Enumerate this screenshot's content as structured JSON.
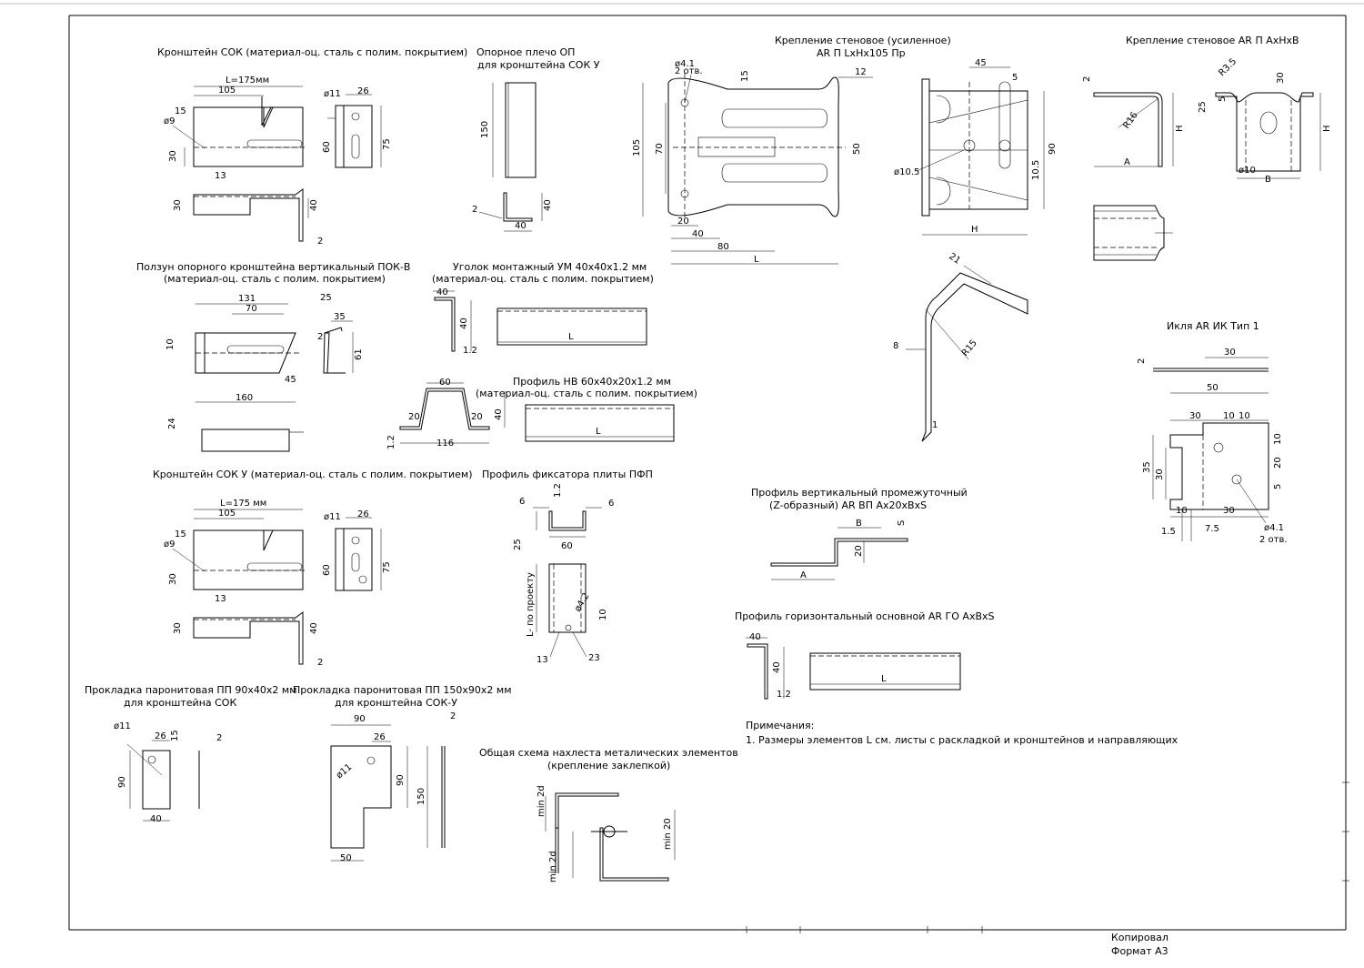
{
  "sheet": {
    "copied_label": "Копировал",
    "format_label": "Формат А3"
  },
  "drawings": {
    "sok": {
      "title": "Кронштейн СОК (материал-оц. сталь с полим. покрытием)",
      "dims": [
        "L=175мм",
        "105",
        "15",
        "ø9",
        "30",
        "13",
        "ø11",
        "26",
        "60",
        "75",
        "30",
        "40",
        "2"
      ]
    },
    "op": {
      "title1": "Опорное плечо ОП",
      "title2": "для кронштейна СОК У",
      "dims": [
        "150",
        "2",
        "40",
        "40"
      ]
    },
    "wall_reinf": {
      "title1": "Крепление стеновое (усиленное)",
      "title2": "AR П LxHx105 Пр",
      "dims": [
        "ø4.1",
        "2 отв.",
        "15",
        "12",
        "105",
        "70",
        "50",
        "20",
        "40",
        "80",
        "L"
      ]
    },
    "wall_side": {
      "dims": [
        "45",
        "5",
        "ø10.5",
        "90",
        "10.5",
        "H"
      ]
    },
    "wall_ahb": {
      "title": "Крепление стеновое AR П AxHxB",
      "dims": [
        "2",
        "R16",
        "H",
        "A",
        "R3.5",
        "30",
        "25",
        "5",
        "ø10",
        "B",
        "H"
      ]
    },
    "pok": {
      "title1": "Ползун опорного кронштейна вертикальный ПОК-В",
      "title2": "(материал-оц. сталь с полим. покрытием)",
      "dims": [
        "131",
        "70",
        "25",
        "10",
        "45",
        "160",
        "35",
        "2",
        "61",
        "24"
      ]
    },
    "um": {
      "title1": "Уголок монтажный УМ 40x40x1.2 мм",
      "title2": "(материал-оц. сталь с полим. покрытием)",
      "dims": [
        "40",
        "40",
        "1.2",
        "L"
      ]
    },
    "nv": {
      "title1": "Профиль НВ 60x40x20x1.2 мм",
      "title2": "(материал-оц. сталь с полим. покрытием)",
      "dims": [
        "60",
        "20",
        "20",
        "40",
        "1.2",
        "116",
        "L"
      ]
    },
    "bend": {
      "dims": [
        "21",
        "8",
        "R15",
        "1"
      ]
    },
    "ik": {
      "title": "Икля AR ИК Тип 1",
      "dims": [
        "2",
        "30",
        "50",
        "30",
        "10",
        "10",
        "10",
        "35",
        "30",
        "20",
        "5",
        "10",
        "30",
        "1.5",
        "7.5",
        "ø4.1",
        "2 отв."
      ]
    },
    "soku": {
      "title": "Кронштейн СОК У (материал-оц. сталь с полим. покрытием)",
      "dims": [
        "L=175 мм",
        "105",
        "15",
        "ø9",
        "30",
        "13",
        "ø11",
        "26",
        "60",
        "75",
        "30",
        "40",
        "2"
      ]
    },
    "pfp": {
      "title": "Профиль фиксатора плиты ПФП",
      "dims": [
        "6",
        "1.2",
        "6",
        "25",
        "60",
        "L- по проекту",
        "ø4.2",
        "10",
        "13",
        "23"
      ]
    },
    "vp": {
      "title1": "Профиль вертикальный промежуточный",
      "title2": "(Z-образный) AR ВП Ax20xBxS",
      "dims": [
        "B",
        "S",
        "20",
        "A"
      ]
    },
    "go": {
      "title": "Профиль горизонтальный основной AR ГО AxBxS",
      "dims": [
        "40",
        "40",
        "1.2",
        "L"
      ]
    },
    "pp1": {
      "title1": "Прокладка паронитовая ПП 90x40x2 мм",
      "title2": "для кронштейна СОК",
      "dims": [
        "ø11",
        "26",
        "15",
        "2",
        "90",
        "40"
      ]
    },
    "pp2": {
      "title1": "Прокладка паронитовая ПП 150x90x2 мм",
      "title2": "для кронштейна СОК-У",
      "dims": [
        "90",
        "26",
        "2",
        "ø11",
        "90",
        "150",
        "50"
      ]
    },
    "overlap": {
      "title1": "Общая схема нахлеста металических элементов",
      "title2": "(крепление заклепкой)",
      "dims": [
        "min 2d",
        "min 20",
        "min 2d"
      ]
    }
  },
  "notes": {
    "heading": "Примечания:",
    "item1": "1. Размеры элементов L см. листы с раскладкой и кронштейнов и направляющих"
  }
}
